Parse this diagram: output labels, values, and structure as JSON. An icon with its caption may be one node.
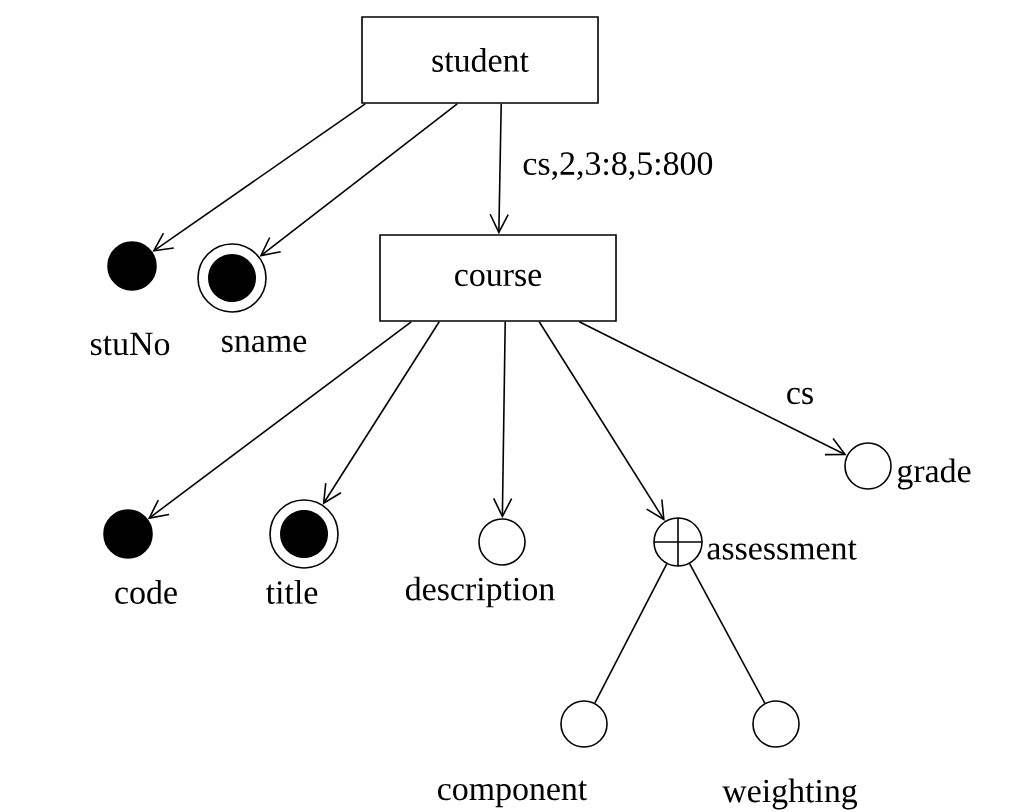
{
  "diagram": {
    "nodes": [
      {
        "text": [
          "student"
        ]
      },
      {
        "text": [
          "course"
        ]
      },
      {
        "text": [],
        "shape": "dot",
        "beside": [
          "stuNo"
        ]
      },
      {
        "text": [],
        "shape": "bullseye",
        "beside": [
          "sname"
        ]
      },
      {
        "text": [],
        "shape": "dot",
        "beside": [
          "code"
        ]
      },
      {
        "text": [],
        "shape": "bullseye",
        "beside": [
          "title"
        ]
      },
      {
        "text": [],
        "shape": "circle",
        "beside": [
          "description"
        ]
      },
      {
        "text": [],
        "shape": "plus",
        "beside": [
          "assessment"
        ]
      },
      {
        "text": [],
        "shape": "circle",
        "beside": [
          "grade"
        ]
      },
      {
        "text": [],
        "shape": "circle",
        "beside": [
          "component"
        ]
      },
      {
        "text": [],
        "shape": "circle",
        "beside": [
          "weighting"
        ]
      }
    ],
    "edges": [
      {
        "from": 0,
        "to": 2,
        "arrow": "to"
      },
      {
        "from": 0,
        "to": 3,
        "arrow": "to"
      },
      {
        "from": 0,
        "to": 1,
        "arrow": "to",
        "label": "cs,2,3:8,5:800"
      },
      {
        "from": 1,
        "to": 4,
        "arrow": "to"
      },
      {
        "from": 1,
        "to": 5,
        "arrow": "to"
      },
      {
        "from": 1,
        "to": 6,
        "arrow": "to"
      },
      {
        "from": 1,
        "to": 7,
        "arrow": "to"
      },
      {
        "from": 1,
        "to": 8,
        "arrow": "to",
        "label": "cs"
      },
      {
        "from": 7,
        "to": 9,
        "arrow": "none"
      },
      {
        "from": 7,
        "to": 10,
        "arrow": "none"
      }
    ]
  }
}
